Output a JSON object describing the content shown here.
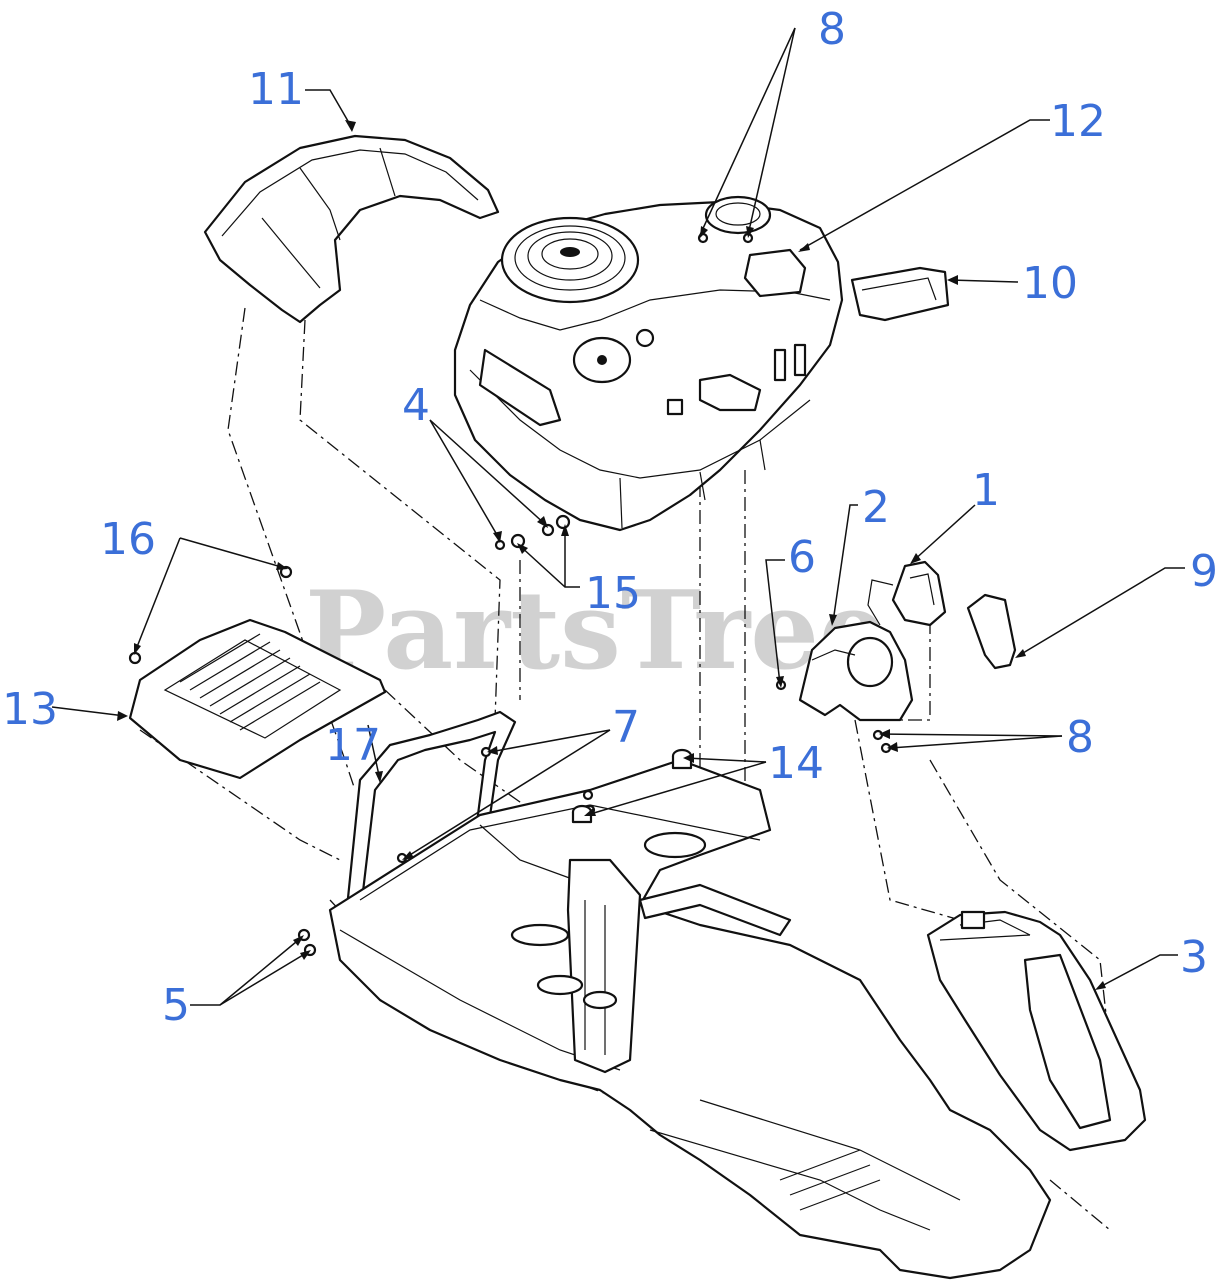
{
  "watermark": "PartsTree",
  "colors": {
    "callout": "#3b6fd8",
    "line": "#111111",
    "watermark": "#c9c9c9"
  },
  "callouts": {
    "c1": "1",
    "c2": "2",
    "c3": "3",
    "c4": "4",
    "c5": "5",
    "c6": "6",
    "c7": "7",
    "c8a": "8",
    "c8b": "8",
    "c9": "9",
    "c10": "10",
    "c11": "11",
    "c12": "12",
    "c13": "13",
    "c14": "14",
    "c15": "15",
    "c16": "16",
    "c17": "17"
  }
}
